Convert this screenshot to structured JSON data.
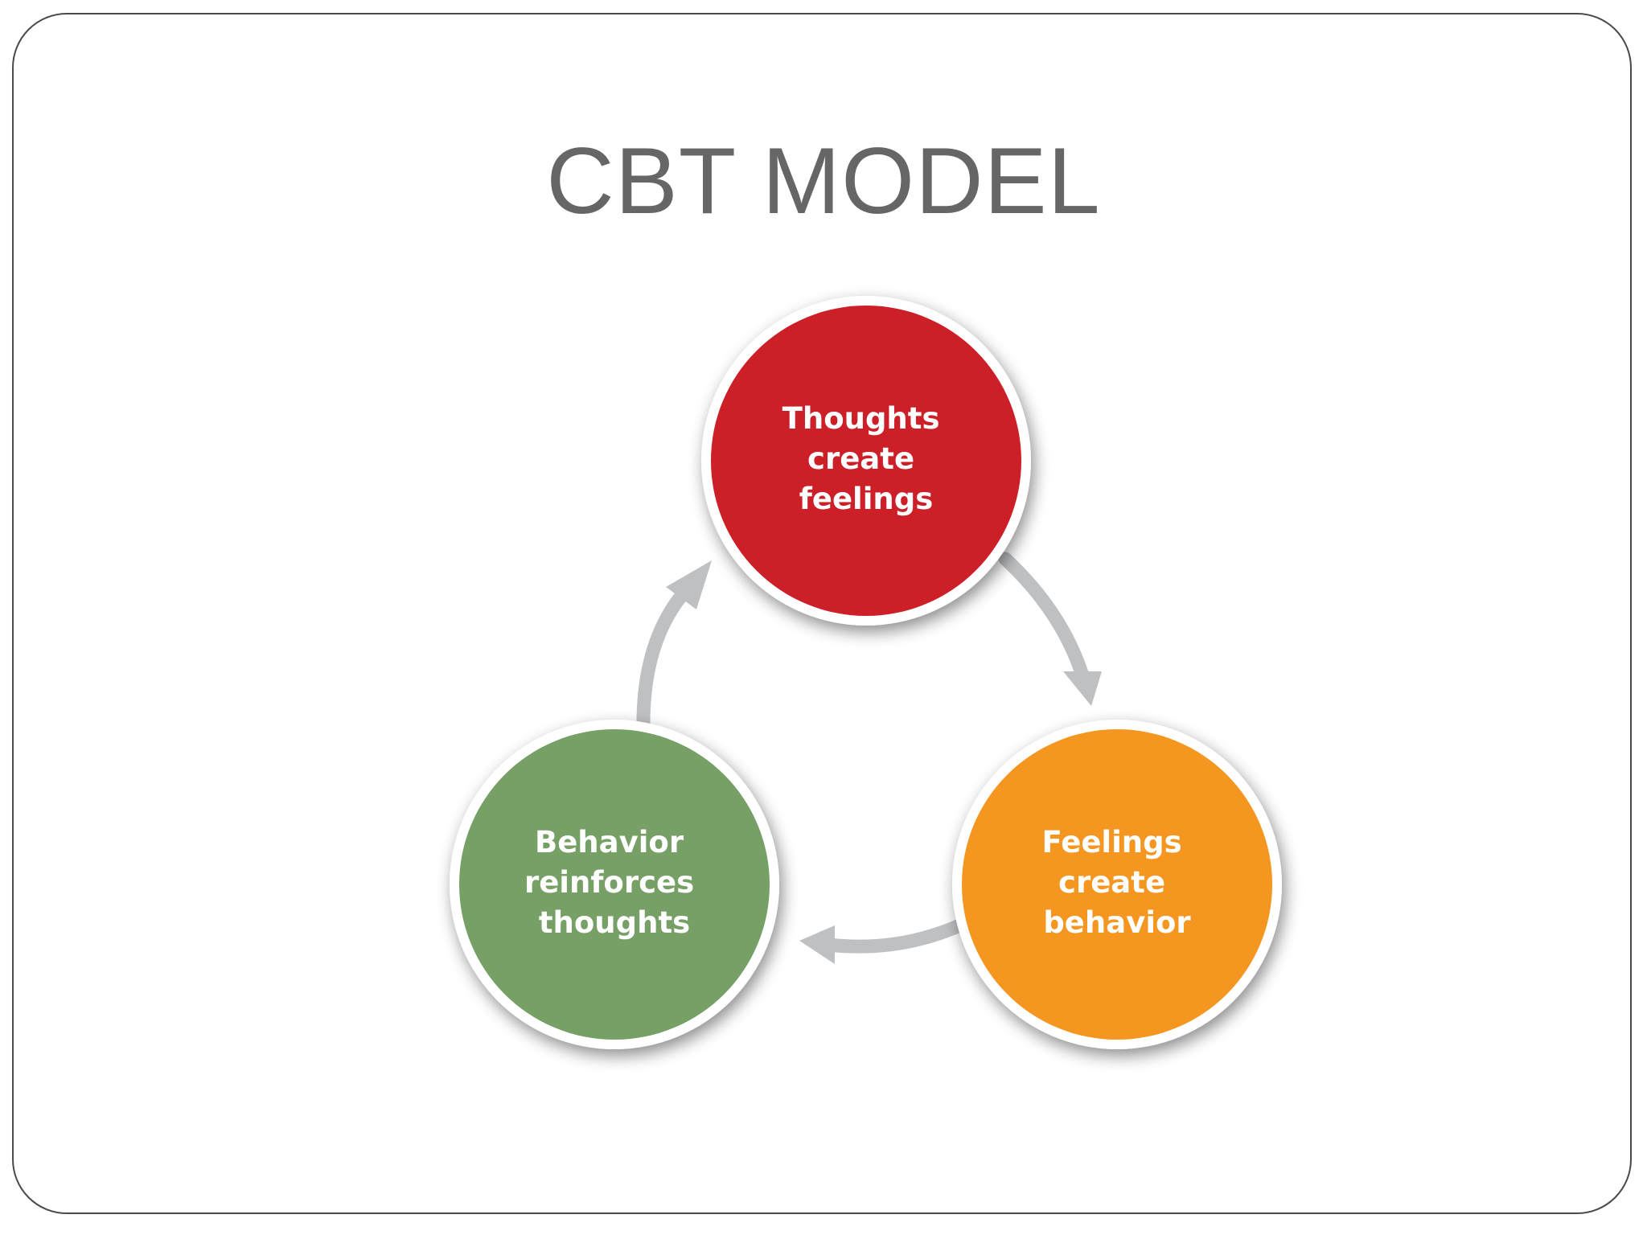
{
  "slide": {
    "title": "CBT MODEL"
  },
  "cycle": {
    "nodes": [
      {
        "id": "thoughts",
        "lines": [
          "Thoughts",
          "create",
          "feelings"
        ],
        "color": "#cc1f27"
      },
      {
        "id": "feelings",
        "lines": [
          "Feelings",
          "create",
          "behavior"
        ],
        "color": "#f4961f"
      },
      {
        "id": "behavior",
        "lines": [
          "Behavior",
          "reinforces",
          "thoughts"
        ],
        "color": "#76a066"
      }
    ],
    "arrow_color": "#bfc0c2",
    "ring_color": "#ffffff"
  }
}
